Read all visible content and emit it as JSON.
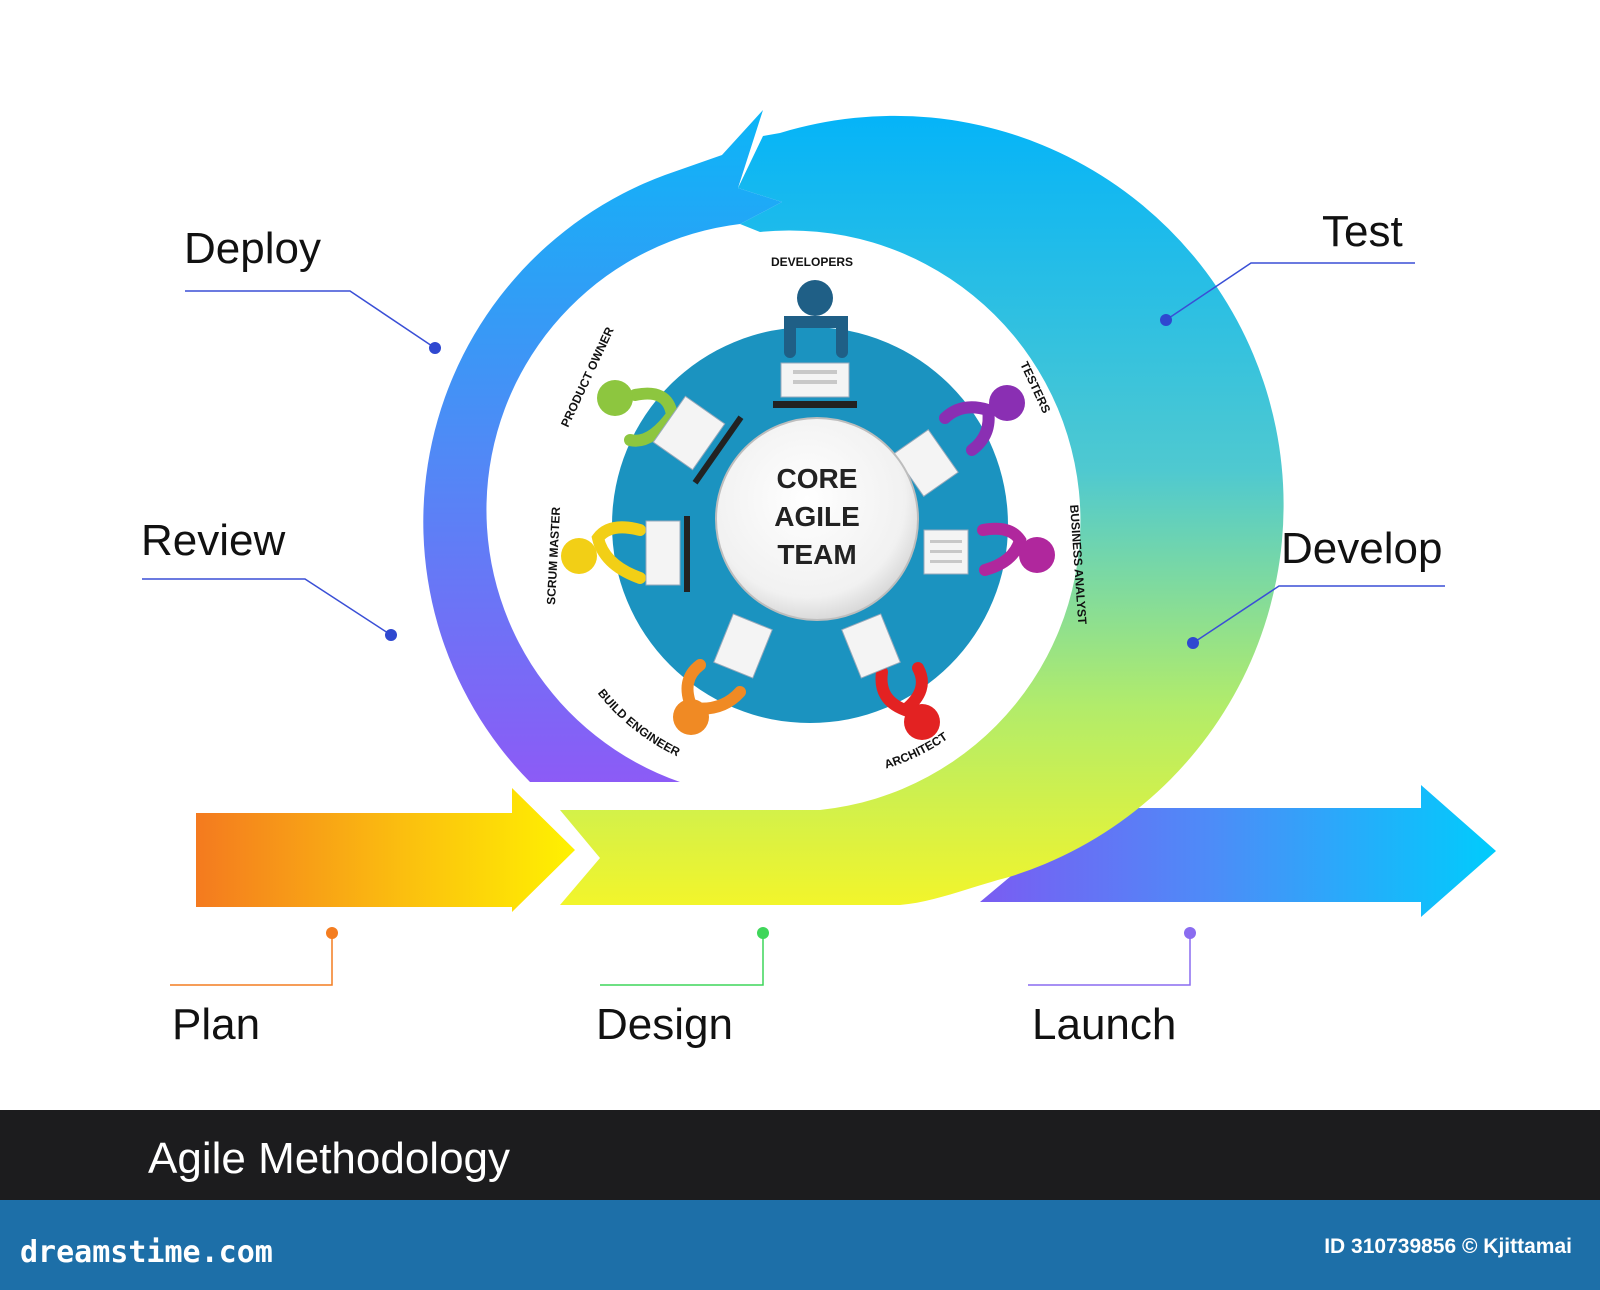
{
  "diagram": {
    "core": [
      "CORE",
      "AGILE",
      "TEAM"
    ],
    "phases": {
      "deploy": "Deploy",
      "review": "Review",
      "test": "Test",
      "develop": "Develop",
      "plan": "Plan",
      "design": "Design",
      "launch": "Launch"
    },
    "roles": {
      "developers": "DEVELOPERS",
      "testers": "TESTERS",
      "business_analyst": "BUSINESS ANALYST",
      "architect": "ARCHITECT",
      "build_engineer": "BUILD ENGINEER",
      "scrum_master": "SCRUM MASTER",
      "product_owner": "PRODUCT OWNER"
    }
  },
  "footer": {
    "title": "Agile Methodology",
    "brand": "dreamstime.com",
    "stock_id": "ID 310739856 © Kjittamai"
  },
  "colors": {
    "plan": "#f47d20",
    "design": "#3fd65a",
    "launch": "#8a6cf0",
    "connector": "#3a4fd6",
    "table": "#1b93c0",
    "footer_dark": "#1c1c1e",
    "footer_blue": "#1d6fa8",
    "developers": "#1f5f86",
    "testers": "#8a2fb3",
    "business_analyst": "#b0279d",
    "architect": "#e32222",
    "build_engineer": "#f08a24",
    "scrum_master": "#f2cf16",
    "product_owner": "#8dc63f"
  }
}
